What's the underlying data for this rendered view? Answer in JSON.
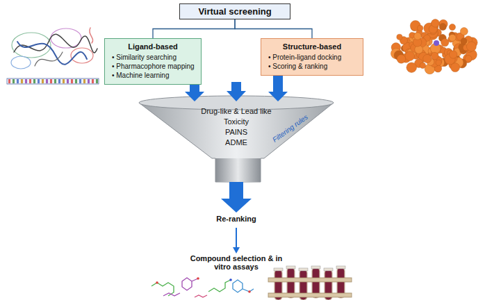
{
  "diagram": {
    "nodes": [
      {
        "text": [
          "Virtual screening"
        ]
      },
      {
        "text": [
          "Ligand-based",
          "• Similarity searching",
          "• Pharmacophore mapping",
          "• Machine learning"
        ]
      },
      {
        "text": [
          "Structure-based",
          "• Protein-ligand docking",
          "• Scoring & ranking"
        ]
      },
      {
        "text": [
          "Drug-like & Lead like",
          "Toxicity",
          "PAINS",
          "ADME",
          "Filtering rules"
        ]
      }
    ],
    "edges": [
      {
        "from": 0,
        "to": 1,
        "arrow": "none"
      },
      {
        "from": 0,
        "to": 2,
        "arrow": "none"
      },
      {
        "from": 1,
        "to": 3,
        "arrow": "to"
      },
      {
        "from": 2,
        "to": 3,
        "arrow": "to"
      }
    ],
    "labels": [
      "Re-ranking",
      "Compound selection & in vitro assays"
    ]
  }
}
